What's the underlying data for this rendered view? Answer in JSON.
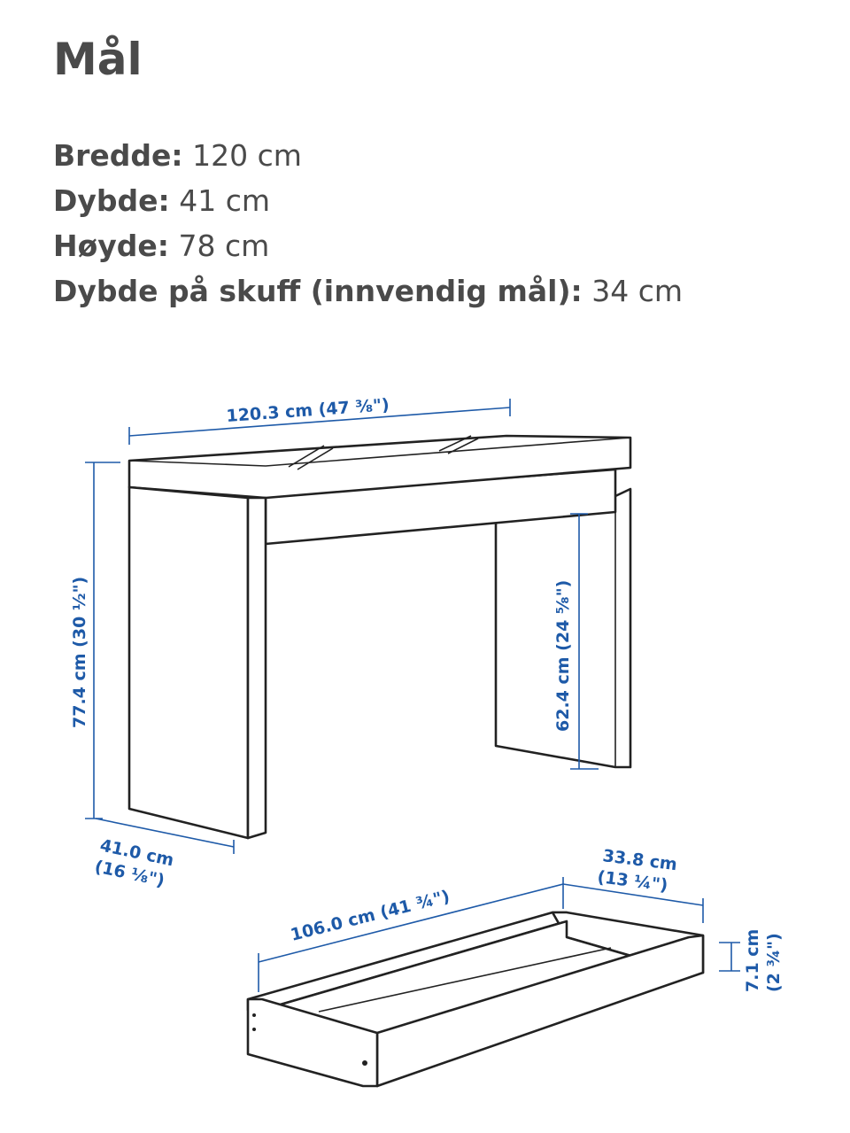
{
  "heading": "Mål",
  "specs": [
    {
      "label": "Bredde:",
      "value": "120 cm"
    },
    {
      "label": "Dybde:",
      "value": "41 cm"
    },
    {
      "label": "Høyde:",
      "value": "78 cm"
    },
    {
      "label": "Dybde på skuff (innvendig mål):",
      "value": "34 cm"
    }
  ],
  "dimensions": {
    "table_width": "120.3 cm (47 ³⁄₈\")",
    "table_height": "77.4 cm (30 ½\")",
    "knee_height": "62.4 cm (24 ⁵⁄₈\")",
    "table_depth_cm": "41.0 cm",
    "table_depth_in": "(16 ⅛\")",
    "drawer_width": "106.0 cm (41 ¾\")",
    "drawer_depth_cm": "33.8 cm",
    "drawer_depth_in": "(13 ¼\")",
    "drawer_height_cm": "7.1 cm",
    "drawer_height_in": "(2 ¾\")"
  },
  "colors": {
    "dimension": "#1e5aa8",
    "text": "#4a4a4a",
    "outline": "#222222"
  }
}
